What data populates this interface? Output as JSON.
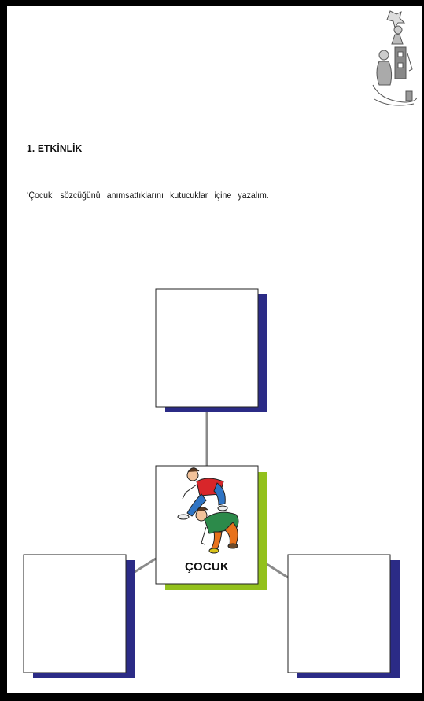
{
  "activity": {
    "title": "1. ETKİNLİK",
    "instruction": "‘Çocuk’ sözcüğünü anımsattıklarını kutucuklar içine yazalım."
  },
  "diagram": {
    "center_label": "ÇOCUK",
    "colors": {
      "box_shadow": "#2b2b86",
      "center_shadow": "#93c11d",
      "connector": "#8a8a8a"
    }
  },
  "icons": {
    "corner_illustration": "child-figures-illustration",
    "center_illustration": "children-playing-leapfrog-illustration"
  }
}
